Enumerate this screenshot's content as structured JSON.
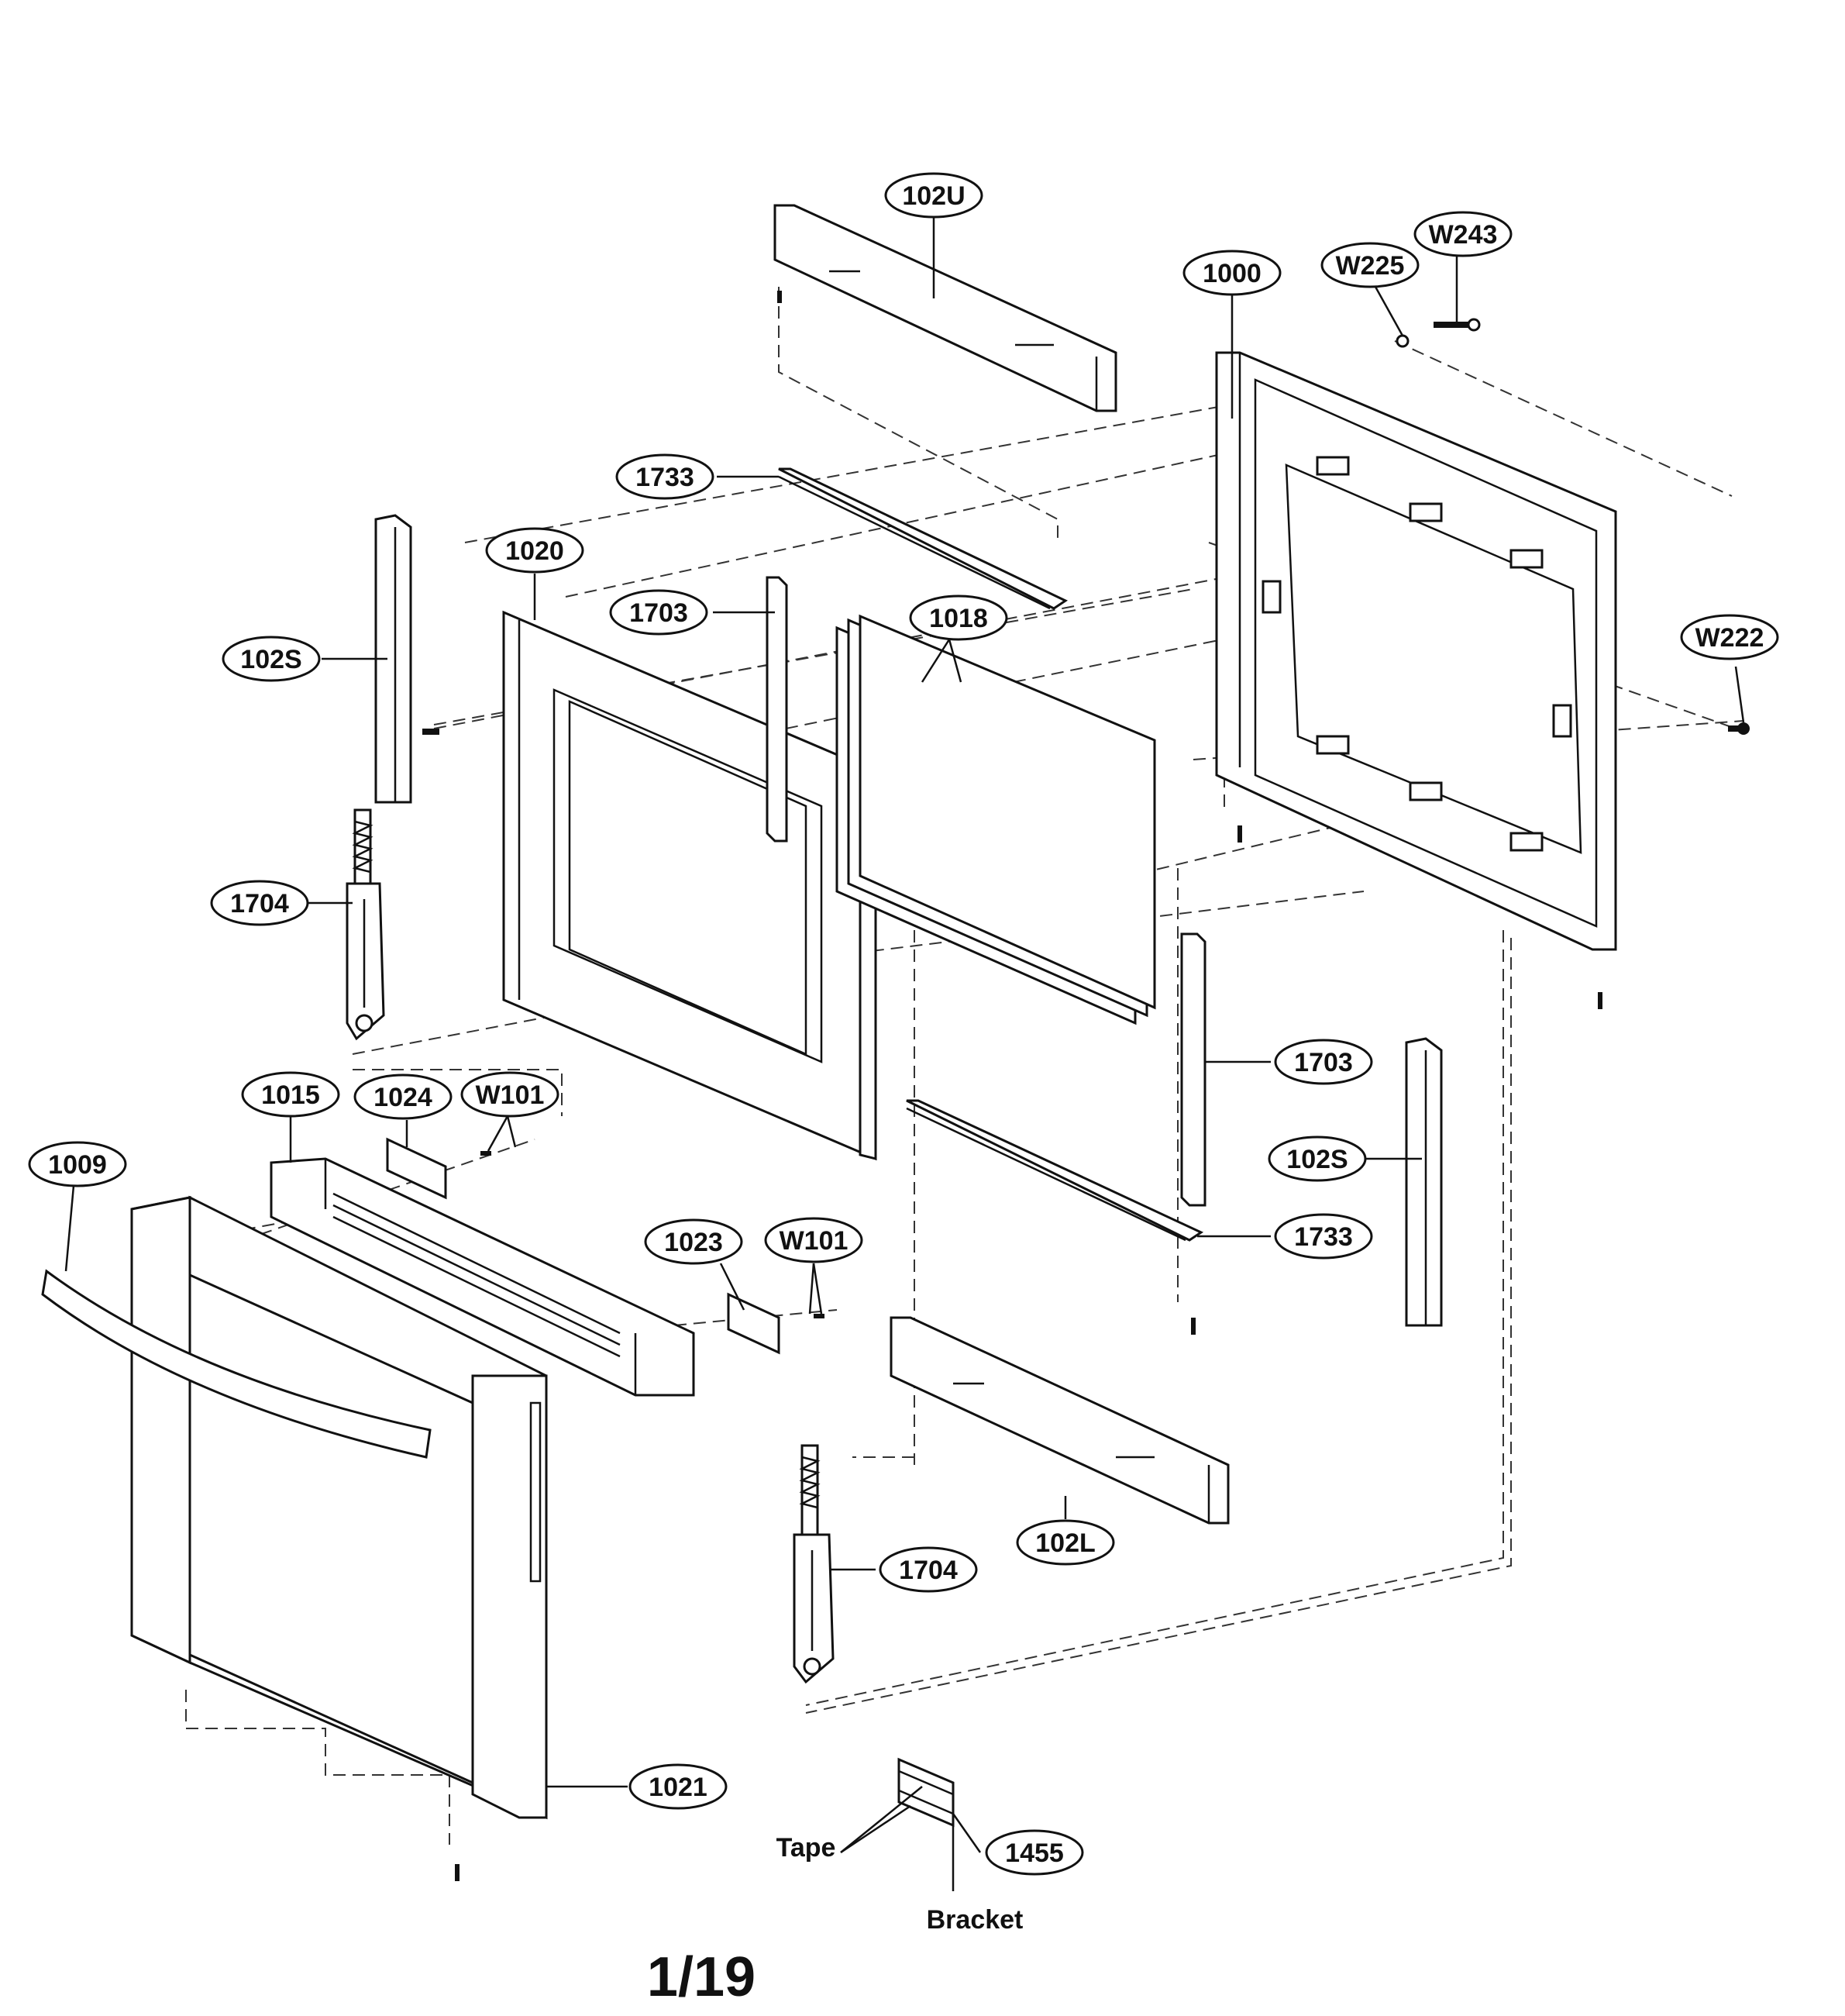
{
  "callouts": {
    "c102u": "102U",
    "cw243": "W243",
    "cw225": "W225",
    "c1000": "1000",
    "c1733a": "1733",
    "c1020": "1020",
    "c1703a": "1703",
    "c1018": "1018",
    "c102sa": "102S",
    "cw222": "W222",
    "c1704a": "1704",
    "c1015": "1015",
    "c1024": "1024",
    "cw101a": "W101",
    "c1009": "1009",
    "c1703b": "1703",
    "c102sb": "102S",
    "c1023": "1023",
    "cw101b": "W101",
    "c1733b": "1733",
    "c102l": "102L",
    "c1704b": "1704",
    "c1021": "1021",
    "c1455": "1455"
  },
  "labels": {
    "tape": "Tape",
    "bracket": "Bracket"
  },
  "page_number": "1/19"
}
